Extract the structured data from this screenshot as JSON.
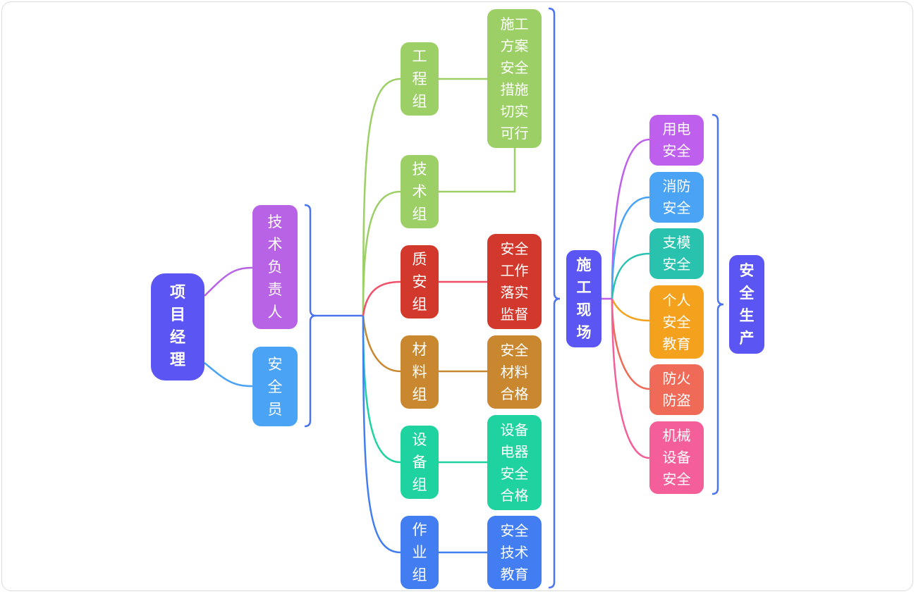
{
  "colors": {
    "root": "#5b55f3",
    "tech_lead": "#b862e6",
    "safety_officer": "#4ba3f5",
    "eng": "#9ccf66",
    "tech": "#9ccf66",
    "quality": "#d2382c",
    "material": "#c98830",
    "equipment": "#1fd3a0",
    "work": "#437df2",
    "site": "#5b55f3",
    "bracket": "#4b74f0",
    "electric": "#bf5fee",
    "fire": "#4ba3f5",
    "formwork": "#28c2ae",
    "personal": "#f4a11d",
    "theft": "#f06a58",
    "machine": "#f45f9a"
  },
  "nodes": {
    "root": "项\n目\n经\n理",
    "tech_lead": "技\n术\n负\n责\n人",
    "safety_officer": "安\n全\n员",
    "eng_group": "工\n程\n组",
    "tech_group": "技\n术\n组",
    "quality_group": "质\n安\n组",
    "material_group": "材\n料\n组",
    "equipment_group": "设\n备\n组",
    "work_group": "作\n业\n组",
    "plan_safety": "施工\n方案\n安全\n措施\n切实\n可行",
    "supervise": "安全\n工作\n落实\n监督",
    "material_ok": "安全\n材料\n合格",
    "equipment_ok": "设备\n电器\n安全\n合格",
    "tech_edu": "安全\n技术\n教育",
    "site": "施\n工\n现\n场",
    "electric_safety": "用电\n安全",
    "fire_safety": "消防\n安全",
    "formwork_safety": "支模\n安全",
    "personal_edu": "个人\n安全\n教育",
    "fire_theft": "防火\n防盗",
    "machine_safety": "机械\n设备\n安全",
    "safe_production": "安\n全\n生\n产"
  }
}
